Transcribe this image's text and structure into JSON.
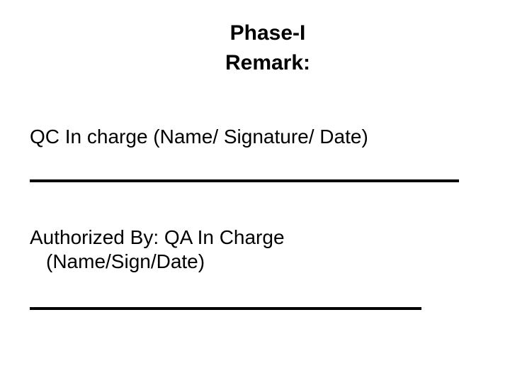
{
  "slide": {
    "title": {
      "line1": "Phase-I",
      "line2": "Remark:"
    },
    "sections": [
      {
        "id": "qc-in-charge",
        "label": "QC In charge (Name/ Signature/ Date)",
        "signature_rule": "blank-signature-line"
      },
      {
        "id": "authorized-by",
        "label": "Authorized By: QA In Charge",
        "sub_label": "(Name/Sign/Date)",
        "signature_rule": "blank-signature-line"
      }
    ]
  },
  "colors": {
    "background": "#ffffff",
    "text": "#000000",
    "rule": "#000000"
  }
}
